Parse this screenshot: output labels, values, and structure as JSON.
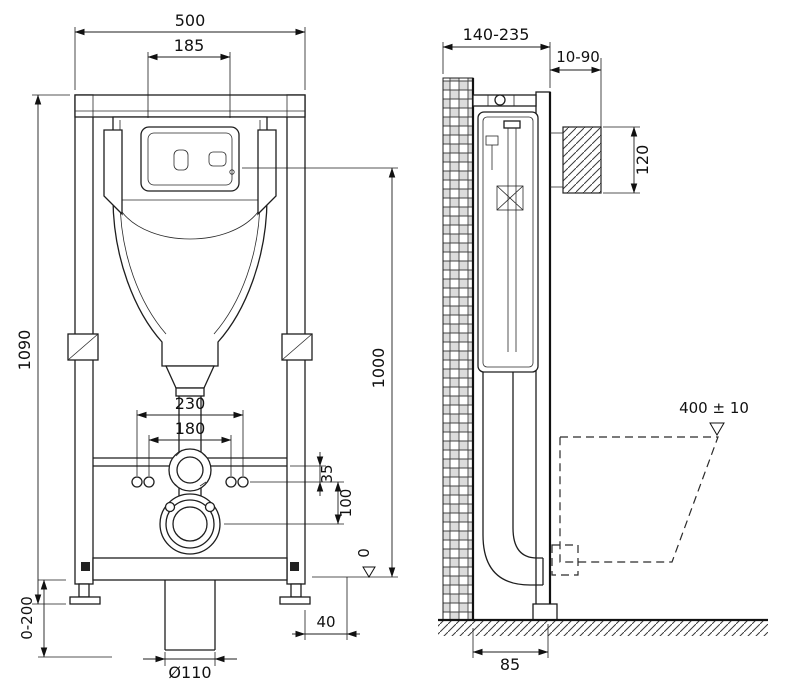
{
  "front": {
    "width_500": "500",
    "width_185": "185",
    "height_1090": "1090",
    "height_1000": "1000",
    "width_230": "230",
    "width_180": "180",
    "dim_35": "35",
    "dim_100": "100",
    "datum_0": "0",
    "range_0_200": "0-200",
    "dim_40": "40",
    "drain_diameter": "Ø110"
  },
  "side": {
    "depth_range": "140-235",
    "finish_range": "10-90",
    "plate_height": "120",
    "bowl_height": "400 ± 10",
    "outlet_offset": "85"
  }
}
